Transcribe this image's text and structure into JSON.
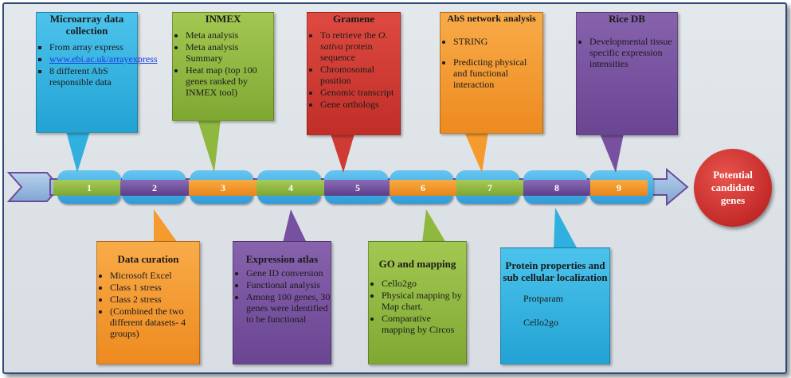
{
  "colors": {
    "blue": "#2fb0de",
    "green": "#8fb83f",
    "red": "#cf3a32",
    "orange": "#f59a2c",
    "purple": "#7850a0",
    "arrow": "#8fb6dc",
    "goal": "#cc2f2f"
  },
  "steps": [
    "1",
    "2",
    "3",
    "4",
    "5",
    "6",
    "7",
    "8",
    "9"
  ],
  "goal": "Potential candidate genes",
  "top": {
    "microarray": {
      "title": "Microarray data collection",
      "items": [
        "From array express",
        "www.ebi.ac.uk/arrayexpress",
        "8 different AbS responsible data"
      ]
    },
    "inmex": {
      "title": "INMEX",
      "items": [
        "Meta analysis",
        "Meta analysis Summary",
        "Heat map (top 100 genes ranked by INMEX tool)"
      ]
    },
    "gramene": {
      "title": "Gramene",
      "item1_pre": "To retrieve the",
      "item1_italic": "O. sativa",
      "item1_post": " protein sequence",
      "items": [
        "Chromosomal position",
        "Genomic transcript",
        "Gene orthologs"
      ]
    },
    "abs": {
      "title": "AbS network analysis",
      "items": [
        "STRING",
        "Predicting physical and functional interaction"
      ]
    },
    "ricedb": {
      "title": "Rice DB",
      "items": [
        "Developmental tissue specific expression intensities"
      ]
    }
  },
  "bottom": {
    "curation": {
      "title": "Data curation",
      "items": [
        "Microsoft  Excel",
        "Class 1 stress",
        "Class 2 stress",
        "(Combined the two different datasets- 4 groups)"
      ]
    },
    "atlas": {
      "title": "Expression atlas",
      "items": [
        "Gene ID conversion",
        "Functional analysis",
        "Among 100 genes, 30 genes were identified to be functional"
      ]
    },
    "gomap": {
      "title": "GO and mapping",
      "items": [
        "Cello2go",
        "Physical mapping by Map chart.",
        "Comparative mapping by Circos"
      ]
    },
    "protein": {
      "title": "Protein properties and sub cellular localization",
      "items": [
        "Protparam",
        "Cello2go"
      ]
    }
  }
}
